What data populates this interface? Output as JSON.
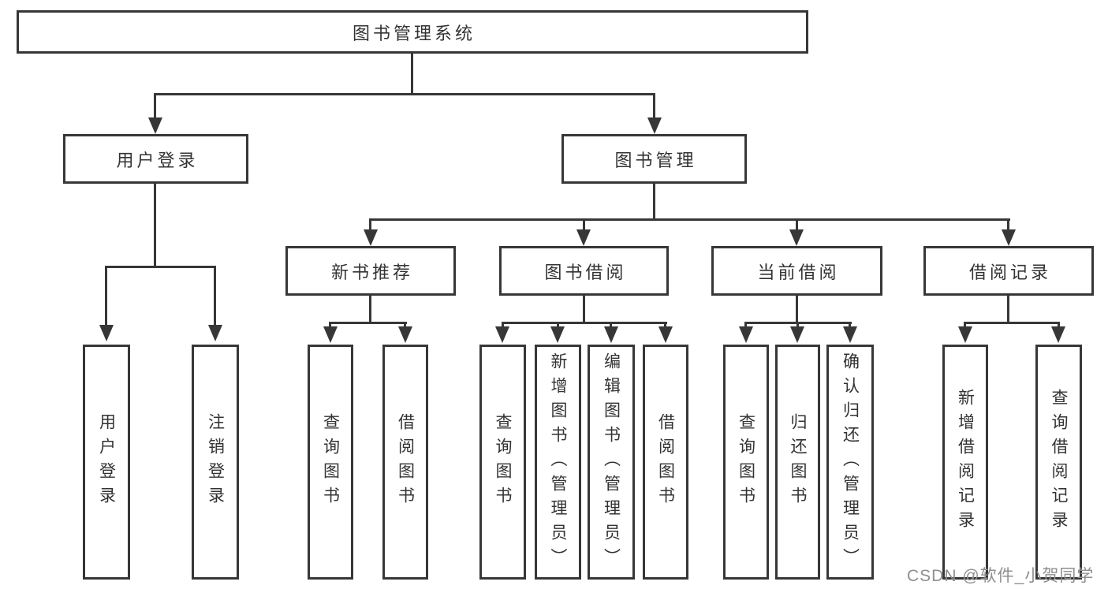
{
  "diagram": {
    "root": {
      "label": "图书管理系统"
    },
    "branches": [
      {
        "label": "用户登录",
        "children": [
          "用户登录",
          "注销登录"
        ]
      },
      {
        "label": "图书管理",
        "groups": [
          {
            "label": "新书推荐",
            "children": [
              "查询图书",
              "借阅图书"
            ]
          },
          {
            "label": "图书借阅",
            "children": [
              "查询图书",
              "新增图书（管理员）",
              "编辑图书（管理员）",
              "借阅图书"
            ]
          },
          {
            "label": "当前借阅",
            "children": [
              "查询图书",
              "归还图书",
              "确认归还（管理员）"
            ]
          },
          {
            "label": "借阅记录",
            "children": [
              "新增借阅记录",
              "查询借阅记录"
            ]
          }
        ]
      }
    ]
  },
  "watermark": {
    "text": "CSDN @软件_小贺同学"
  },
  "colors": {
    "line": "#373737",
    "text": "#333333",
    "watermark": "#8f8f8f",
    "background": "#ffffff"
  }
}
